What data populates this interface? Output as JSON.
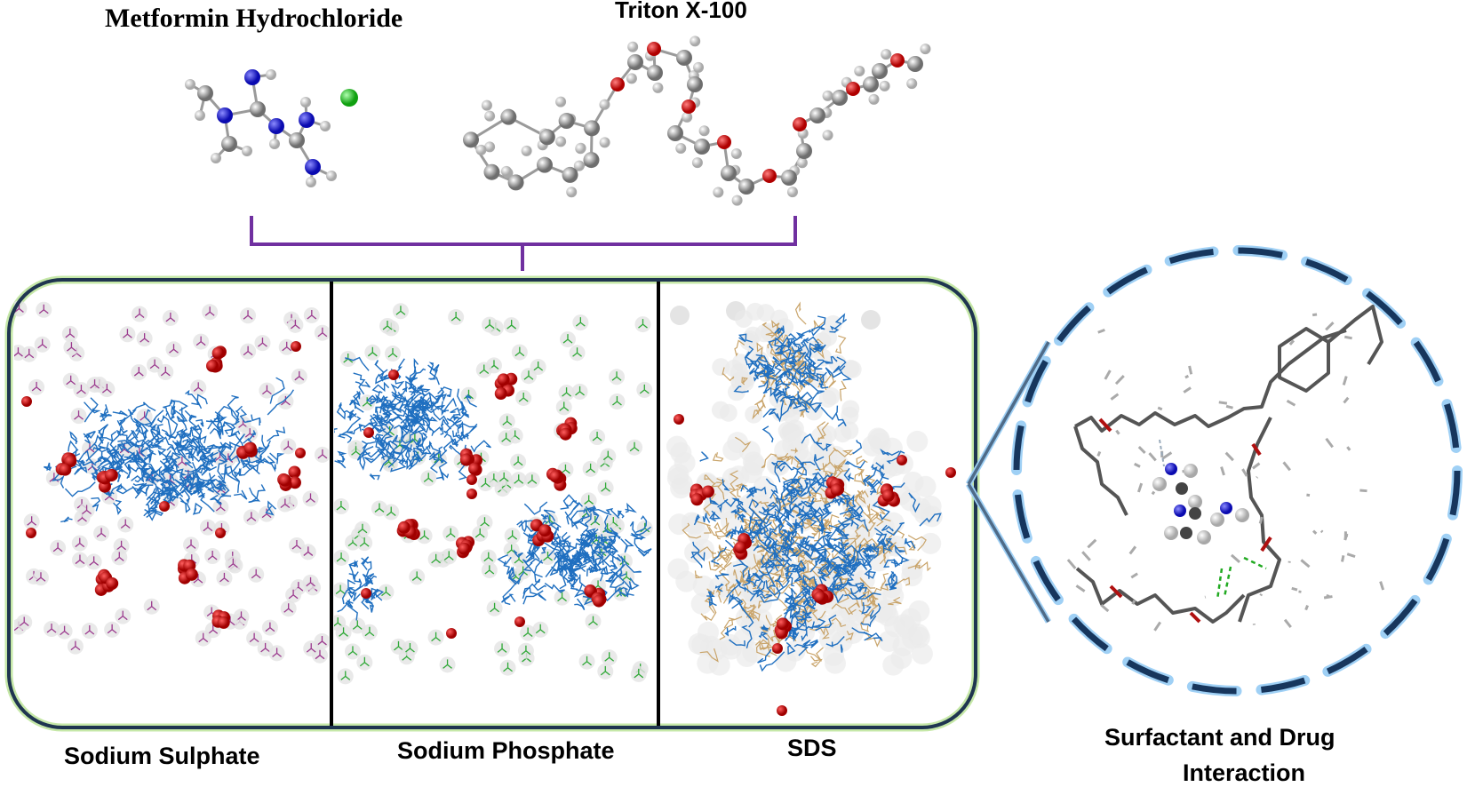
{
  "titles": {
    "drug": "Metformin Hydrochloride",
    "surfactant": "Triton X-100"
  },
  "panels": [
    {
      "label": "Sodium Sulphate",
      "ion_color": "#9b3a8e"
    },
    {
      "label": "Sodium Phosphate",
      "ion_color": "#2ea836"
    },
    {
      "label": "SDS",
      "ion_color": "#c9a46a"
    }
  ],
  "zoom": {
    "label_line1": "Surfactant and Drug",
    "label_line2": "Interaction"
  },
  "colors": {
    "bracket": "#7030a0",
    "frame": "#1f3550",
    "frame_glow": "#c6e8a8",
    "circle": "#17365d",
    "circle_glow": "#9fd0f5",
    "chain": "#1f6fc0",
    "oxygen": "#e01010",
    "nitrogen": "#1a1adc",
    "chlorine": "#22cc22",
    "carbon": "#8c8c8c",
    "hydrogen": "#dcdcdc"
  }
}
